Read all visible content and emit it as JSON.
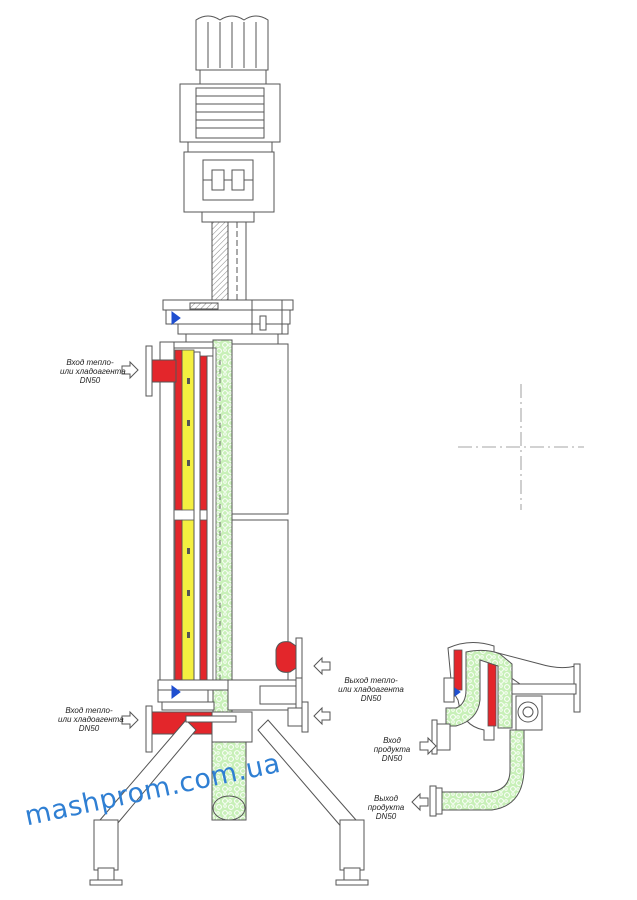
{
  "labels": {
    "inlet_top": {
      "line1": "Вход тепло-",
      "line2": "или хладоагента",
      "line3": "DN50"
    },
    "inlet_bottom": {
      "line1": "Вход тепло-",
      "line2": "или хладоагента",
      "line3": "DN50"
    },
    "outlet_right": {
      "line1": "Выход тепло-",
      "line2": "или хладоагента",
      "line3": "DN50"
    },
    "product_inlet": {
      "line1": "Вход",
      "line2": "продукта",
      "line3": "DN50"
    },
    "product_outlet": {
      "line1": "Выход",
      "line2": "продукта",
      "line3": "DN50"
    }
  },
  "watermark": "mashprom.com.ua",
  "colors": {
    "line": "#555555",
    "coolant_red": "#e3262b",
    "insulation_yellow": "#f4f040",
    "product_green": "#c8f0b8",
    "bolt_blue": "#1f4fd0",
    "watermark": "#2f7fd3"
  }
}
